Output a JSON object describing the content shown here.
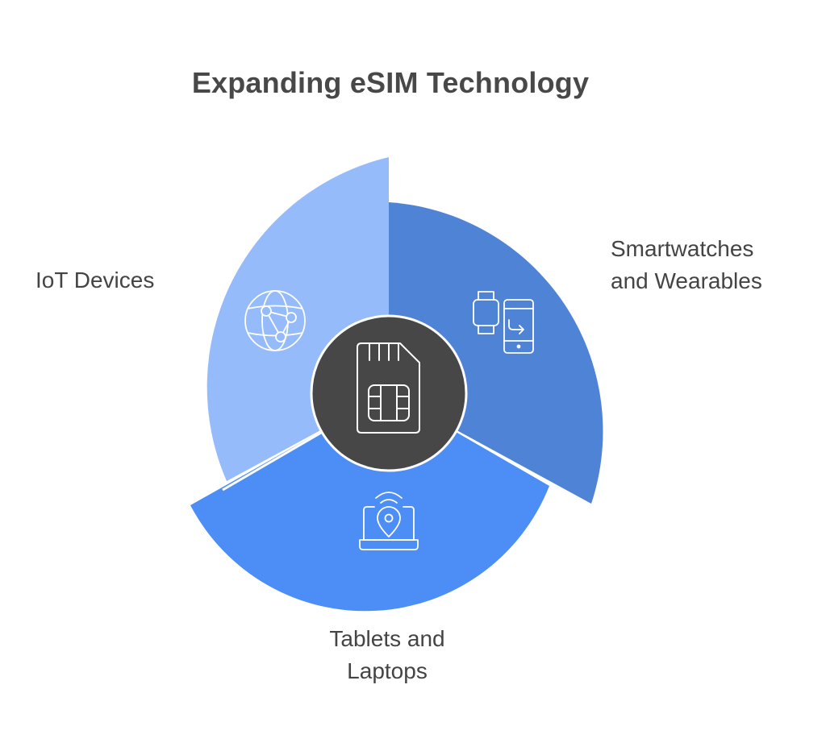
{
  "title": "Expanding eSIM Technology",
  "colors": {
    "iot_segment": "#95BBFB",
    "wearables_segment": "#4F83D6",
    "tablets_segment": "#4C8EF5",
    "center_circle": "#474747",
    "icon_stroke": "#ffffff",
    "text": "#444444"
  },
  "segments": [
    {
      "id": "iot",
      "label_lines": [
        "IoT Devices"
      ],
      "icon": "globe-network-icon"
    },
    {
      "id": "wearables",
      "label_lines": [
        "Smartwatches",
        "and Wearables"
      ],
      "icon": "smartwatch-phone-icon"
    },
    {
      "id": "tablets",
      "label_lines": [
        "Tablets and",
        "Laptops"
      ],
      "icon": "laptop-location-icon"
    }
  ],
  "center": {
    "icon": "sim-card-icon"
  }
}
